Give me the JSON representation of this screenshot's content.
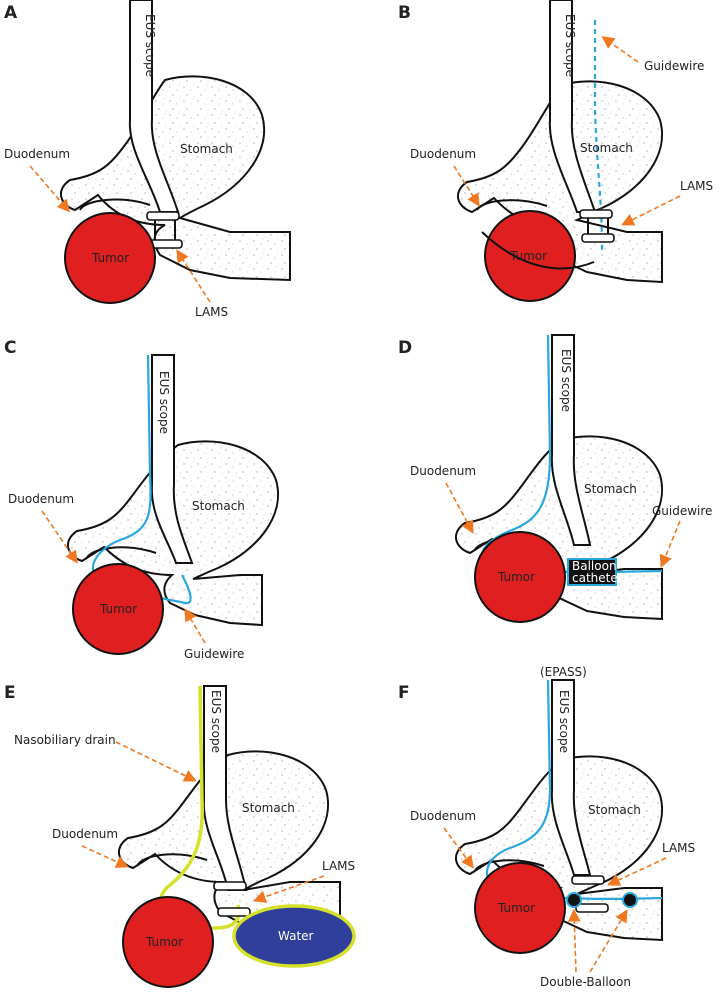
{
  "panels": {
    "a": {
      "letter": "A",
      "scope": "EUS scope",
      "stomach": "Stomach",
      "duodenum": "Duodenum",
      "tumor": "Tumor",
      "lams": "LAMS"
    },
    "b": {
      "letter": "B",
      "scope": "EUS scope",
      "stomach": "Stomach",
      "duodenum": "Duodenum",
      "tumor": "Tumor",
      "lams": "LAMS",
      "guidewire": "Guidewire"
    },
    "c": {
      "letter": "C",
      "scope": "EUS scope",
      "stomach": "Stomach",
      "duodenum": "Duodenum",
      "tumor": "Tumor",
      "guidewire": "Guidewire"
    },
    "d": {
      "letter": "D",
      "scope": "EUS scope",
      "stomach": "Stomach",
      "duodenum": "Duodenum",
      "tumor": "Tumor",
      "guidewire": "Guidewire",
      "balloon_line1": "Balloon",
      "balloon_line2": "catheter"
    },
    "e": {
      "letter": "E",
      "scope": "EUS scope",
      "stomach": "Stomach",
      "duodenum": "Duodenum",
      "tumor": "Tumor",
      "lams": "LAMS",
      "drain": "Nasobiliary  drain",
      "water": "Water"
    },
    "f": {
      "letter": "F",
      "caption": "(EPASS)",
      "scope": "EUS scope",
      "stomach": "Stomach",
      "duodenum": "Duodenum",
      "tumor": "Tumor",
      "lams": "LAMS",
      "double_balloon": "Double-Balloon"
    }
  },
  "colors": {
    "tumor": "#e02020",
    "guidewire": "#29a8e0",
    "drain": "#d4e02a",
    "water": "#2f3f9a",
    "arrow": "#f07820"
  }
}
